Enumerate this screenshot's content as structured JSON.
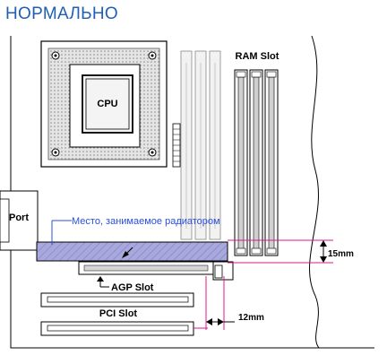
{
  "title": "НОРМАЛЬНО",
  "labels": {
    "cpu": "CPU",
    "ram_slot": "RAM Slot",
    "port": "Port",
    "heatsink_area": "Место, занимаемое радиатором",
    "agp_slot": "AGP Slot",
    "pci_slot": "PCI Slot",
    "dim_height": "15mm",
    "dim_width": "12mm"
  },
  "colors": {
    "title": "#1f5fb4",
    "annotation": "#2b4fd6",
    "heatsink_fill": "#a9a8dd",
    "dimension_lines": "#e0188a",
    "outline": "#000000"
  }
}
